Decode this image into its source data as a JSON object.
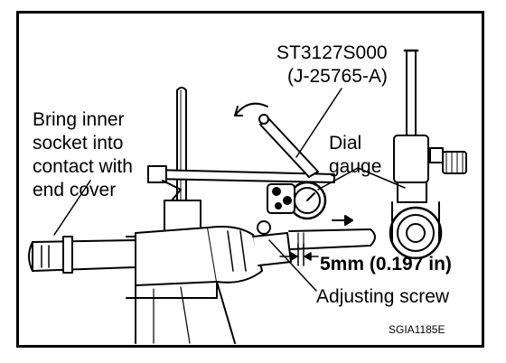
{
  "figure": {
    "tool_code": "ST3127S000",
    "tool_code_alt": "(J-25765-A)",
    "callout_bring": [
      "Bring inner",
      "socket into",
      "contact with",
      "end cover"
    ],
    "callout_dial": [
      "Dial",
      "gauge"
    ],
    "measurement": "5mm (0.197 in)",
    "callout_adjusting": "Adjusting screw",
    "figure_id": "SGIA1185E"
  }
}
